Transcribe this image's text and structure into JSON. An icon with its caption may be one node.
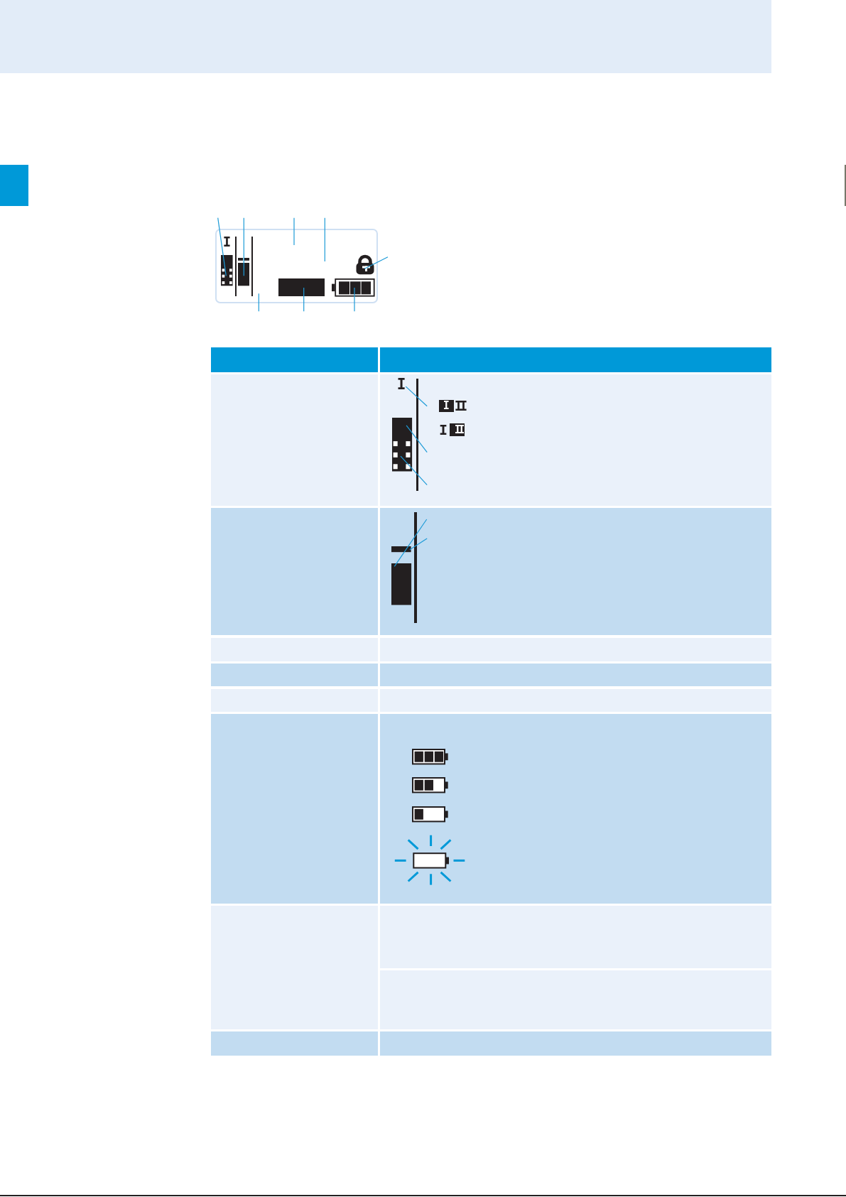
{
  "diagram": {
    "nodes": [
      {
        "text": [],
        "shape": "box"
      },
      {
        "text": [],
        "shape": "bar",
        "in": 0
      },
      {
        "text": [],
        "shape": "bar",
        "in": 0
      },
      {
        "text": [],
        "shape": "picture",
        "in": 0
      },
      {
        "text": [],
        "shape": "box",
        "in": 0
      },
      {
        "text": [],
        "shape": "picture",
        "in": 0
      },
      {
        "text": [
          "I"
        ]
      },
      {
        "text": [],
        "shape": "bar"
      },
      {
        "text": [],
        "shape": "bar"
      },
      {
        "text": [],
        "shape": "bar"
      }
    ],
    "edges": [
      {
        "from": null,
        "to": 1,
        "arrow": "none"
      },
      {
        "from": null,
        "to": 2,
        "arrow": "none"
      },
      {
        "from": null,
        "to": 0,
        "arrow": "none"
      },
      {
        "from": null,
        "to": 0,
        "arrow": "none"
      },
      {
        "from": null,
        "to": 3,
        "arrow": "none"
      },
      {
        "from": null,
        "to": 0,
        "arrow": "none"
      },
      {
        "from": null,
        "to": 4,
        "arrow": "none"
      },
      {
        "from": null,
        "to": 5,
        "arrow": "none"
      },
      {
        "from": null,
        "to": 6,
        "arrow": "none"
      },
      {
        "from": null,
        "to": 7,
        "arrow": "none"
      },
      {
        "from": null,
        "to": 7,
        "arrow": "none"
      },
      {
        "from": null,
        "to": 9,
        "arrow": "none"
      },
      {
        "from": null,
        "to": 8,
        "arrow": "none"
      }
    ],
    "labels": [
      "I",
      "I",
      "II",
      "I",
      "II"
    ]
  }
}
